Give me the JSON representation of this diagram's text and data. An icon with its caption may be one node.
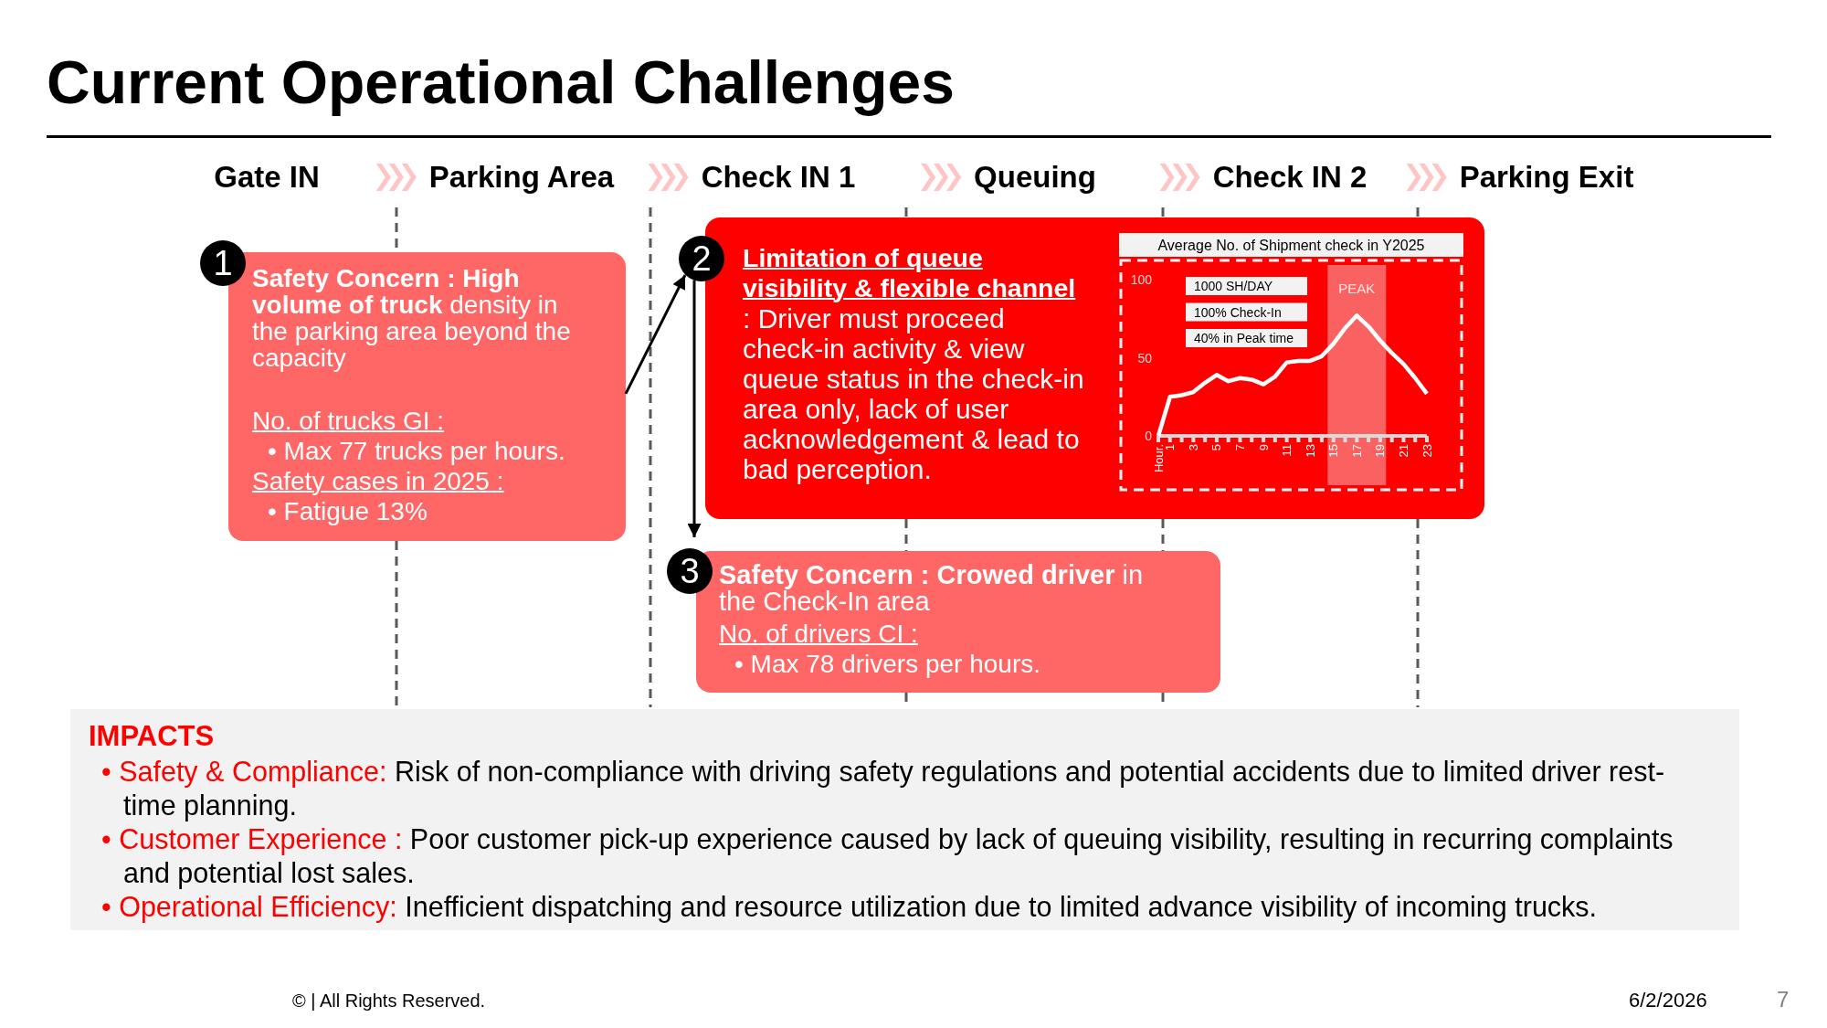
{
  "diagram": {
    "title": "Current Operational Challenges",
    "nodes": [
      {
        "text": [
          "Gate IN"
        ]
      },
      {
        "text": [
          "Parking Area"
        ]
      },
      {
        "text": [
          "Check IN 1"
        ]
      },
      {
        "text": [
          "Queuing"
        ]
      },
      {
        "text": [
          "Check IN 2"
        ]
      },
      {
        "text": [
          "Parking Exit"
        ]
      },
      {
        "text": [
          "**Safety Concern : High volume of truck** density in the parking area beyond the capacity",
          "No. of trucks GI :",
          "• Max 77 trucks per hours.",
          "Safety cases in 2025 :",
          "• Fatigue 13%"
        ],
        "beside": [
          "1"
        ]
      },
      {
        "text": [
          "Limitation of queue visibility & flexible channel",
          ": Driver must proceed check-in activity & view queue status in the check-in area only, lack of user acknowledgement & lead to bad perception."
        ],
        "beside": [
          "2"
        ]
      },
      {
        "text": [
          "**Safety Concern : Crowed driver** in the Check-In area",
          "No. of drivers CI :",
          "• Max 78 drivers per hours."
        ],
        "beside": [
          "3"
        ]
      },
      {
        "text": [
          "IMPACTS",
          "• Safety & Compliance:",
          "Risk of non-compliance with driving safety regulations and potential accidents due to limited driver rest-time planning.",
          "• Customer Experience :",
          "Poor customer pick-up experience caused by lack of queuing visibility, resulting in recurring complaints and potential lost sales.",
          "• Operational Efficiency:",
          "Inefficient dispatching and resource utilization due to limited advance visibility of incoming trucks."
        ]
      }
    ],
    "edges": [
      {
        "from": 0,
        "to": 1,
        "arrow": "to"
      },
      {
        "from": 1,
        "to": 2,
        "arrow": "to"
      },
      {
        "from": 2,
        "to": 3,
        "arrow": "to"
      },
      {
        "from": 3,
        "to": 4,
        "arrow": "to"
      },
      {
        "from": 4,
        "to": 5,
        "arrow": "to"
      },
      {
        "from": 6,
        "to": 7,
        "arrow": "to",
        "color": "#000000"
      },
      {
        "from": 7,
        "to": 8,
        "arrow": "to",
        "color": "#000000"
      }
    ],
    "labels": [
      "© | All Rights Reserved.",
      "6/2/2026",
      "7"
    ],
    "chart_data": {
      "type": "line",
      "title": "Average No. of Shipment check in Y2025",
      "x": [
        0,
        1,
        2,
        3,
        4,
        5,
        6,
        7,
        8,
        9,
        10,
        11,
        12,
        13,
        14,
        15,
        16,
        17,
        18,
        19,
        20,
        21,
        22,
        23
      ],
      "series": [
        {
          "color": "#ffffff",
          "values": [
            0,
            25,
            26,
            28,
            34,
            39,
            35,
            37,
            36,
            33,
            38,
            47,
            48,
            48,
            51,
            59,
            69,
            77,
            70,
            61,
            53,
            46,
            37,
            27
          ]
        }
      ],
      "xlim": [
        0,
        23
      ],
      "ylim": [
        0,
        100
      ],
      "xticks": [
        {
          "value": 0,
          "label": "Hour."
        },
        1,
        3,
        5,
        7,
        9,
        11,
        13,
        15,
        17,
        19,
        21,
        23
      ],
      "yticks": [
        0,
        50,
        100
      ],
      "bands": [
        {
          "axis": "x",
          "from": 14.5,
          "to": 19.5,
          "label": "PEAK",
          "color": "#fa6262"
        }
      ],
      "annotations": [
        "1000 SH/DAY",
        "100% Check-In",
        "40% in Peak time"
      ]
    }
  }
}
